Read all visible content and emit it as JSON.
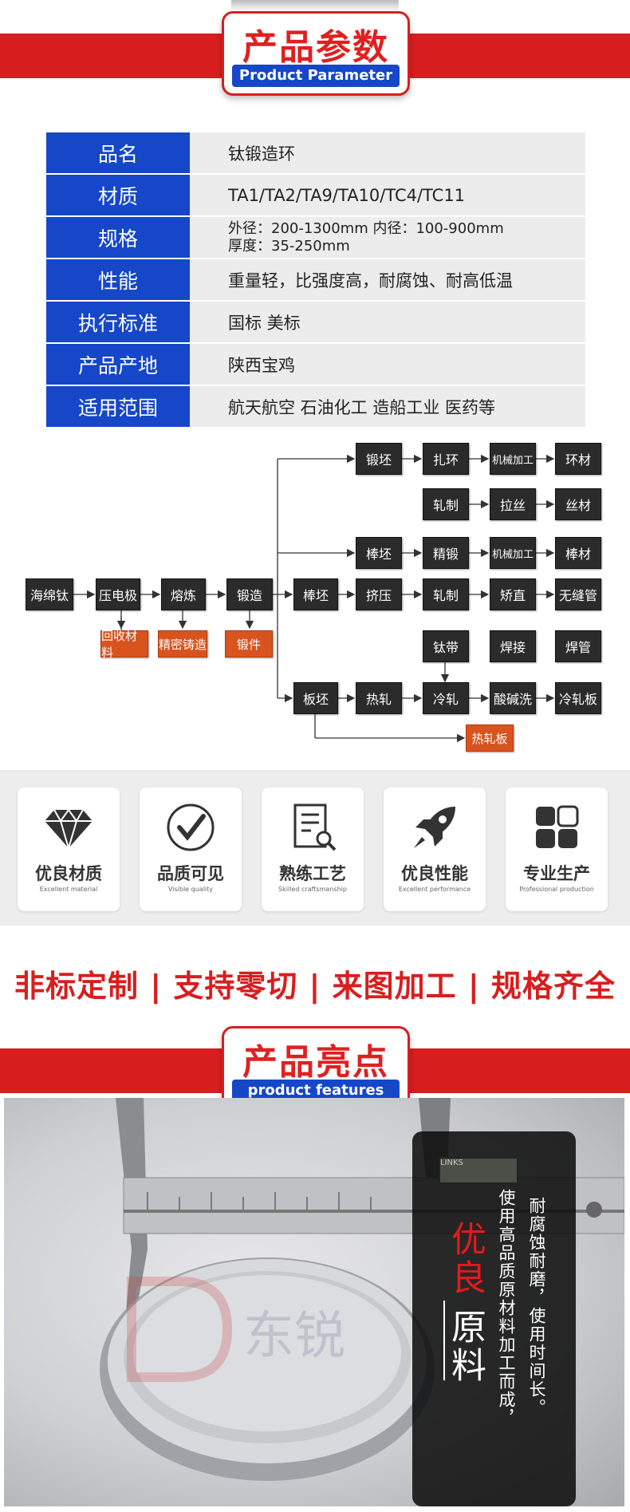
{
  "param_section": {
    "title_cn": "产品参数",
    "title_en": "Product Parameter"
  },
  "params": [
    {
      "label": "品名",
      "value": "钛锻造环"
    },
    {
      "label": "材质",
      "value": "TA1/TA2/TA9/TA10/TC4/TC11"
    },
    {
      "label": "规格",
      "value_line1": "外径：200-1300mm  内径：100-900mm",
      "value_line2": "厚度：35-250mm"
    },
    {
      "label": "性能",
      "value": "重量轻，比强度高，耐腐蚀、耐高低温"
    },
    {
      "label": "执行标准",
      "value": "国标 美标"
    },
    {
      "label": "产品产地",
      "value": "陕西宝鸡"
    },
    {
      "label": "适用范围",
      "value": "航天航空  石油化工  造船工业  医药等"
    }
  ],
  "flow": {
    "sponge": "海绵钛",
    "electrode": "压电极",
    "smelt": "熔炼",
    "forge": "锻造",
    "recycle": "回收材料",
    "casting": "精密铸造",
    "forging": "锻件",
    "billet1": "锻坯",
    "ring_roll": "扎环",
    "machining1": "机械加工",
    "ring": "环材",
    "roll1": "轧制",
    "draw": "拉丝",
    "wire": "丝材",
    "bar_billet_a": "棒坯",
    "fine_forge": "精锻",
    "machining2": "机械加工",
    "bar": "棒材",
    "bar_billet_main": "棒坯",
    "extrude": "挤压",
    "roll2": "轧制",
    "straighten": "矫直",
    "seamless": "无缝管",
    "strip": "钛带",
    "weld": "焊接",
    "welded_pipe": "焊管",
    "slab": "板坯",
    "hot_roll": "热轧",
    "cold_roll": "冷轧",
    "pickle": "酸碱洗",
    "cold_plate": "冷轧板",
    "hot_plate": "热轧板"
  },
  "features": [
    {
      "cn": "优良材质",
      "en": "Excellent material",
      "icon": "diamond-icon"
    },
    {
      "cn": "品质可见",
      "en": "Visible quality",
      "icon": "check-circle-icon"
    },
    {
      "cn": "熟练工艺",
      "en": "Skilled craftsmanship",
      "icon": "document-search-icon"
    },
    {
      "cn": "优良性能",
      "en": "Excellent performance",
      "icon": "rocket-icon"
    },
    {
      "cn": "专业生产",
      "en": "Professional production",
      "icon": "grid-icon"
    }
  ],
  "slogan": "非标定制 | 支持零切 | 来图加工 | 规格齐全",
  "feature_section": {
    "title_cn": "产品亮点",
    "title_en": "product features"
  },
  "highlight": {
    "head_red": "优良",
    "head_white": "原料",
    "line1": "使用高品质原材料加工而成，",
    "line2": "耐腐蚀耐磨，使用时间长。",
    "watermark": "东锐",
    "caliper_brand": "LINKS"
  },
  "colors": {
    "brand_red": "#d81e1e",
    "brand_blue": "#1547c8",
    "orange": "#d9531e"
  }
}
